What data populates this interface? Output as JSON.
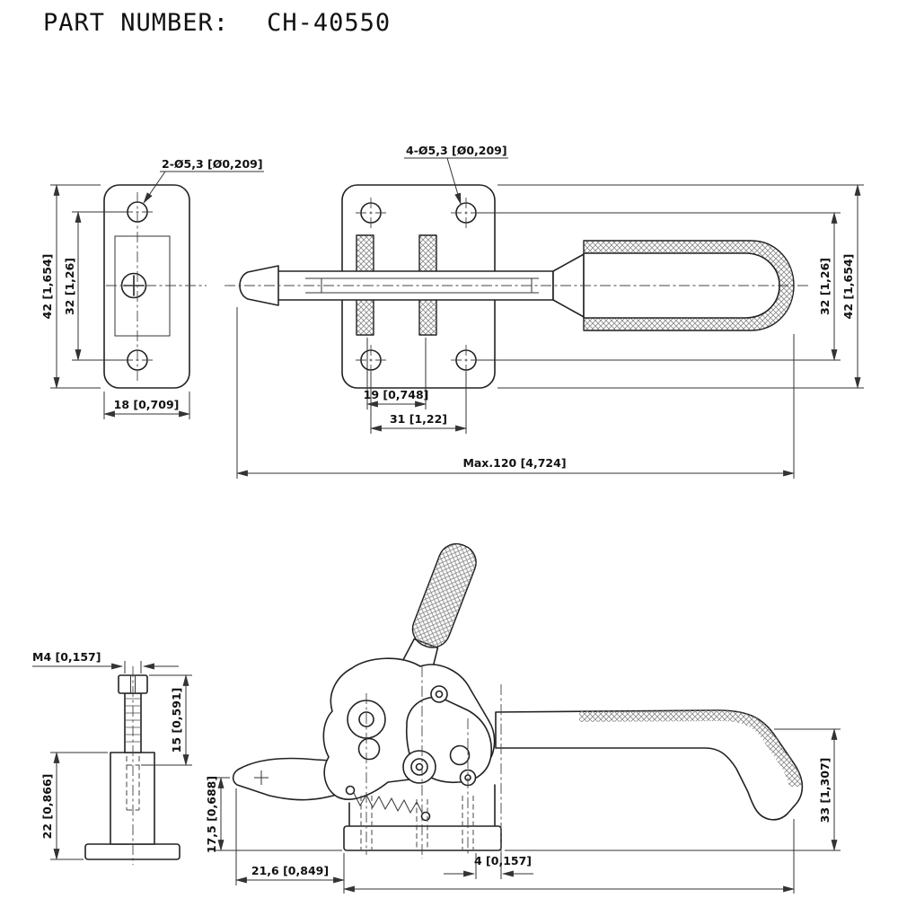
{
  "part": {
    "label": "PART NUMBER:",
    "number": "CH-40550"
  },
  "dims": {
    "front_holes": "2-Ø5,3 [Ø0,209]",
    "front_height": "42 [1,654]",
    "front_hole_spacing": "32 [1,26]",
    "front_width": "18 [0,709]",
    "top_holes": "4-Ø5,3 [Ø0,209]",
    "top_slot_spacing": "19 [0,748]",
    "top_hole_spacing": "31 [1,22]",
    "top_hole_span": "32 [1,26]",
    "top_height": "42 [1,654]",
    "max_length": "Max.120 [4,724]",
    "spindle_thread": "M4 [0,157]",
    "spindle_thread_length": "15 [0,591]",
    "spindle_height": "22 [0,866]",
    "side_bar_height": "17,5 [0,688]",
    "side_height": "33 [1,307]",
    "side_tip_offset": "21,6 [0,849]",
    "side_edge_offset": "4 [0,157]"
  },
  "colors": {
    "line": "#222222",
    "background": "#ffffff"
  }
}
